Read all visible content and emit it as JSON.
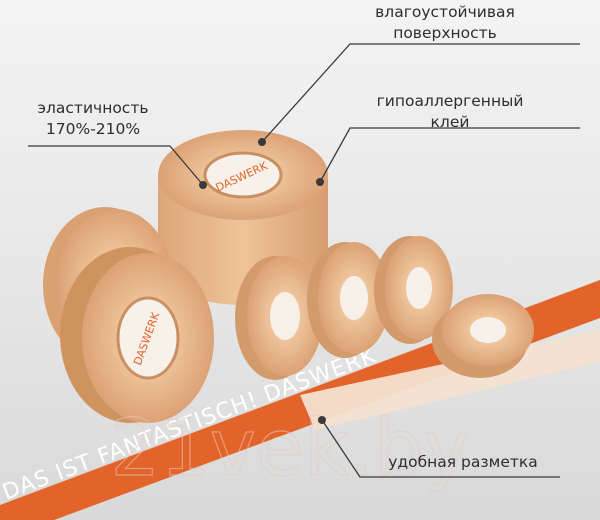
{
  "callouts": {
    "water_resistant": [
      "влагоустойчивая",
      "поверхность"
    ],
    "elasticity": [
      "эластичность",
      "170%-210%"
    ],
    "hypoallergenic": [
      "гипоаллергенный",
      "клей"
    ],
    "marking": "удобная разметка"
  },
  "product": {
    "brand_on_rolls": "DASWERK",
    "ribbon_text": "DAS IST FANTASTISCH! DASWERK",
    "watermark": "21vek.by"
  },
  "colors": {
    "tape": "#e9b98c",
    "tape_shadow": "#c98f63",
    "ribbon": "#e2642a",
    "background": "#ececec",
    "leader": "#3a3a3a"
  }
}
